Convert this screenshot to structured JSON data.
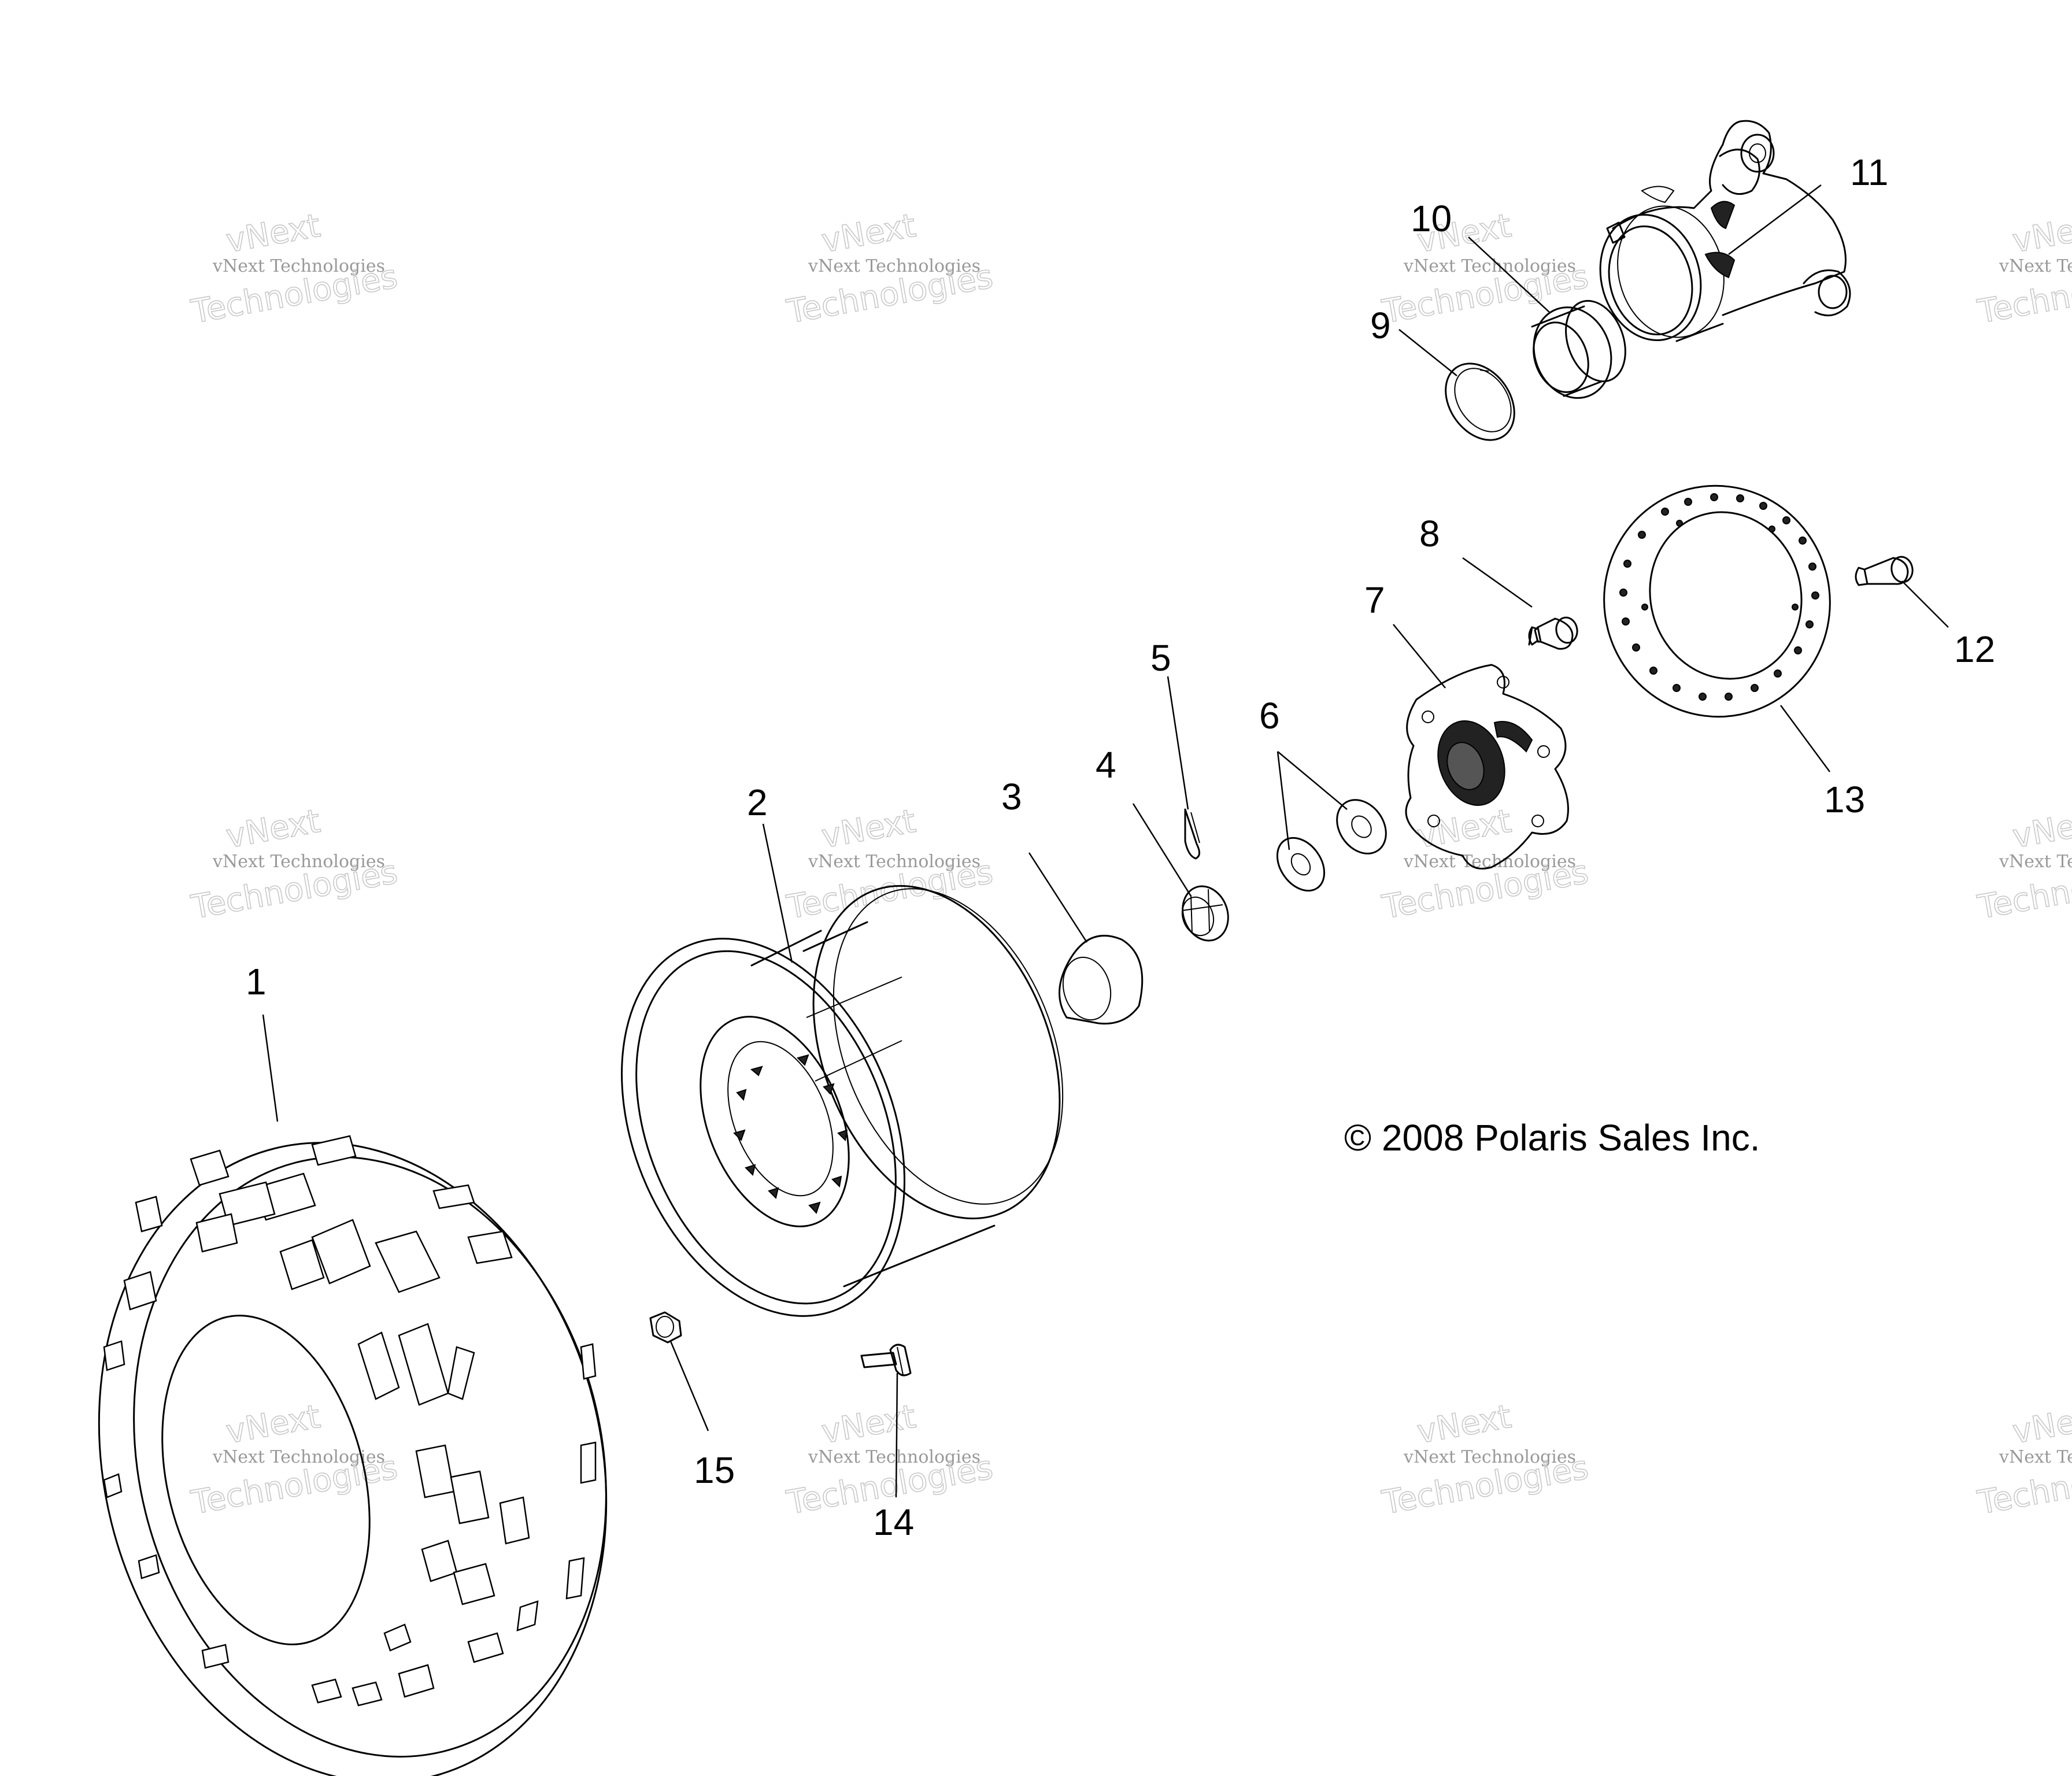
{
  "copyright": "© 2008 Polaris Sales Inc.",
  "watermark": {
    "line1": "vNext Technologies",
    "line2": "Technologies",
    "line3": "vNext"
  },
  "callouts": [
    {
      "id": "1",
      "label": "1",
      "part_icon": "tire-icon"
    },
    {
      "id": "2",
      "label": "2",
      "part_icon": "wheel-rim-icon"
    },
    {
      "id": "3",
      "label": "3",
      "part_icon": "hub-cap-icon"
    },
    {
      "id": "4",
      "label": "4",
      "part_icon": "castle-nut-icon"
    },
    {
      "id": "5",
      "label": "5",
      "part_icon": "cotter-pin-icon"
    },
    {
      "id": "6",
      "label": "6",
      "part_icon": "washer-icon"
    },
    {
      "id": "7",
      "label": "7",
      "part_icon": "wheel-hub-icon"
    },
    {
      "id": "8",
      "label": "8",
      "part_icon": "bolt-icon"
    },
    {
      "id": "9",
      "label": "9",
      "part_icon": "retaining-ring-icon"
    },
    {
      "id": "10",
      "label": "10",
      "part_icon": "bearing-icon"
    },
    {
      "id": "11",
      "label": "11",
      "part_icon": "bearing-carrier-icon"
    },
    {
      "id": "12",
      "label": "12",
      "part_icon": "bolt-icon"
    },
    {
      "id": "13",
      "label": "13",
      "part_icon": "brake-disc-icon"
    },
    {
      "id": "14",
      "label": "14",
      "part_icon": "valve-stem-icon"
    },
    {
      "id": "15",
      "label": "15",
      "part_icon": "lug-nut-icon"
    }
  ]
}
